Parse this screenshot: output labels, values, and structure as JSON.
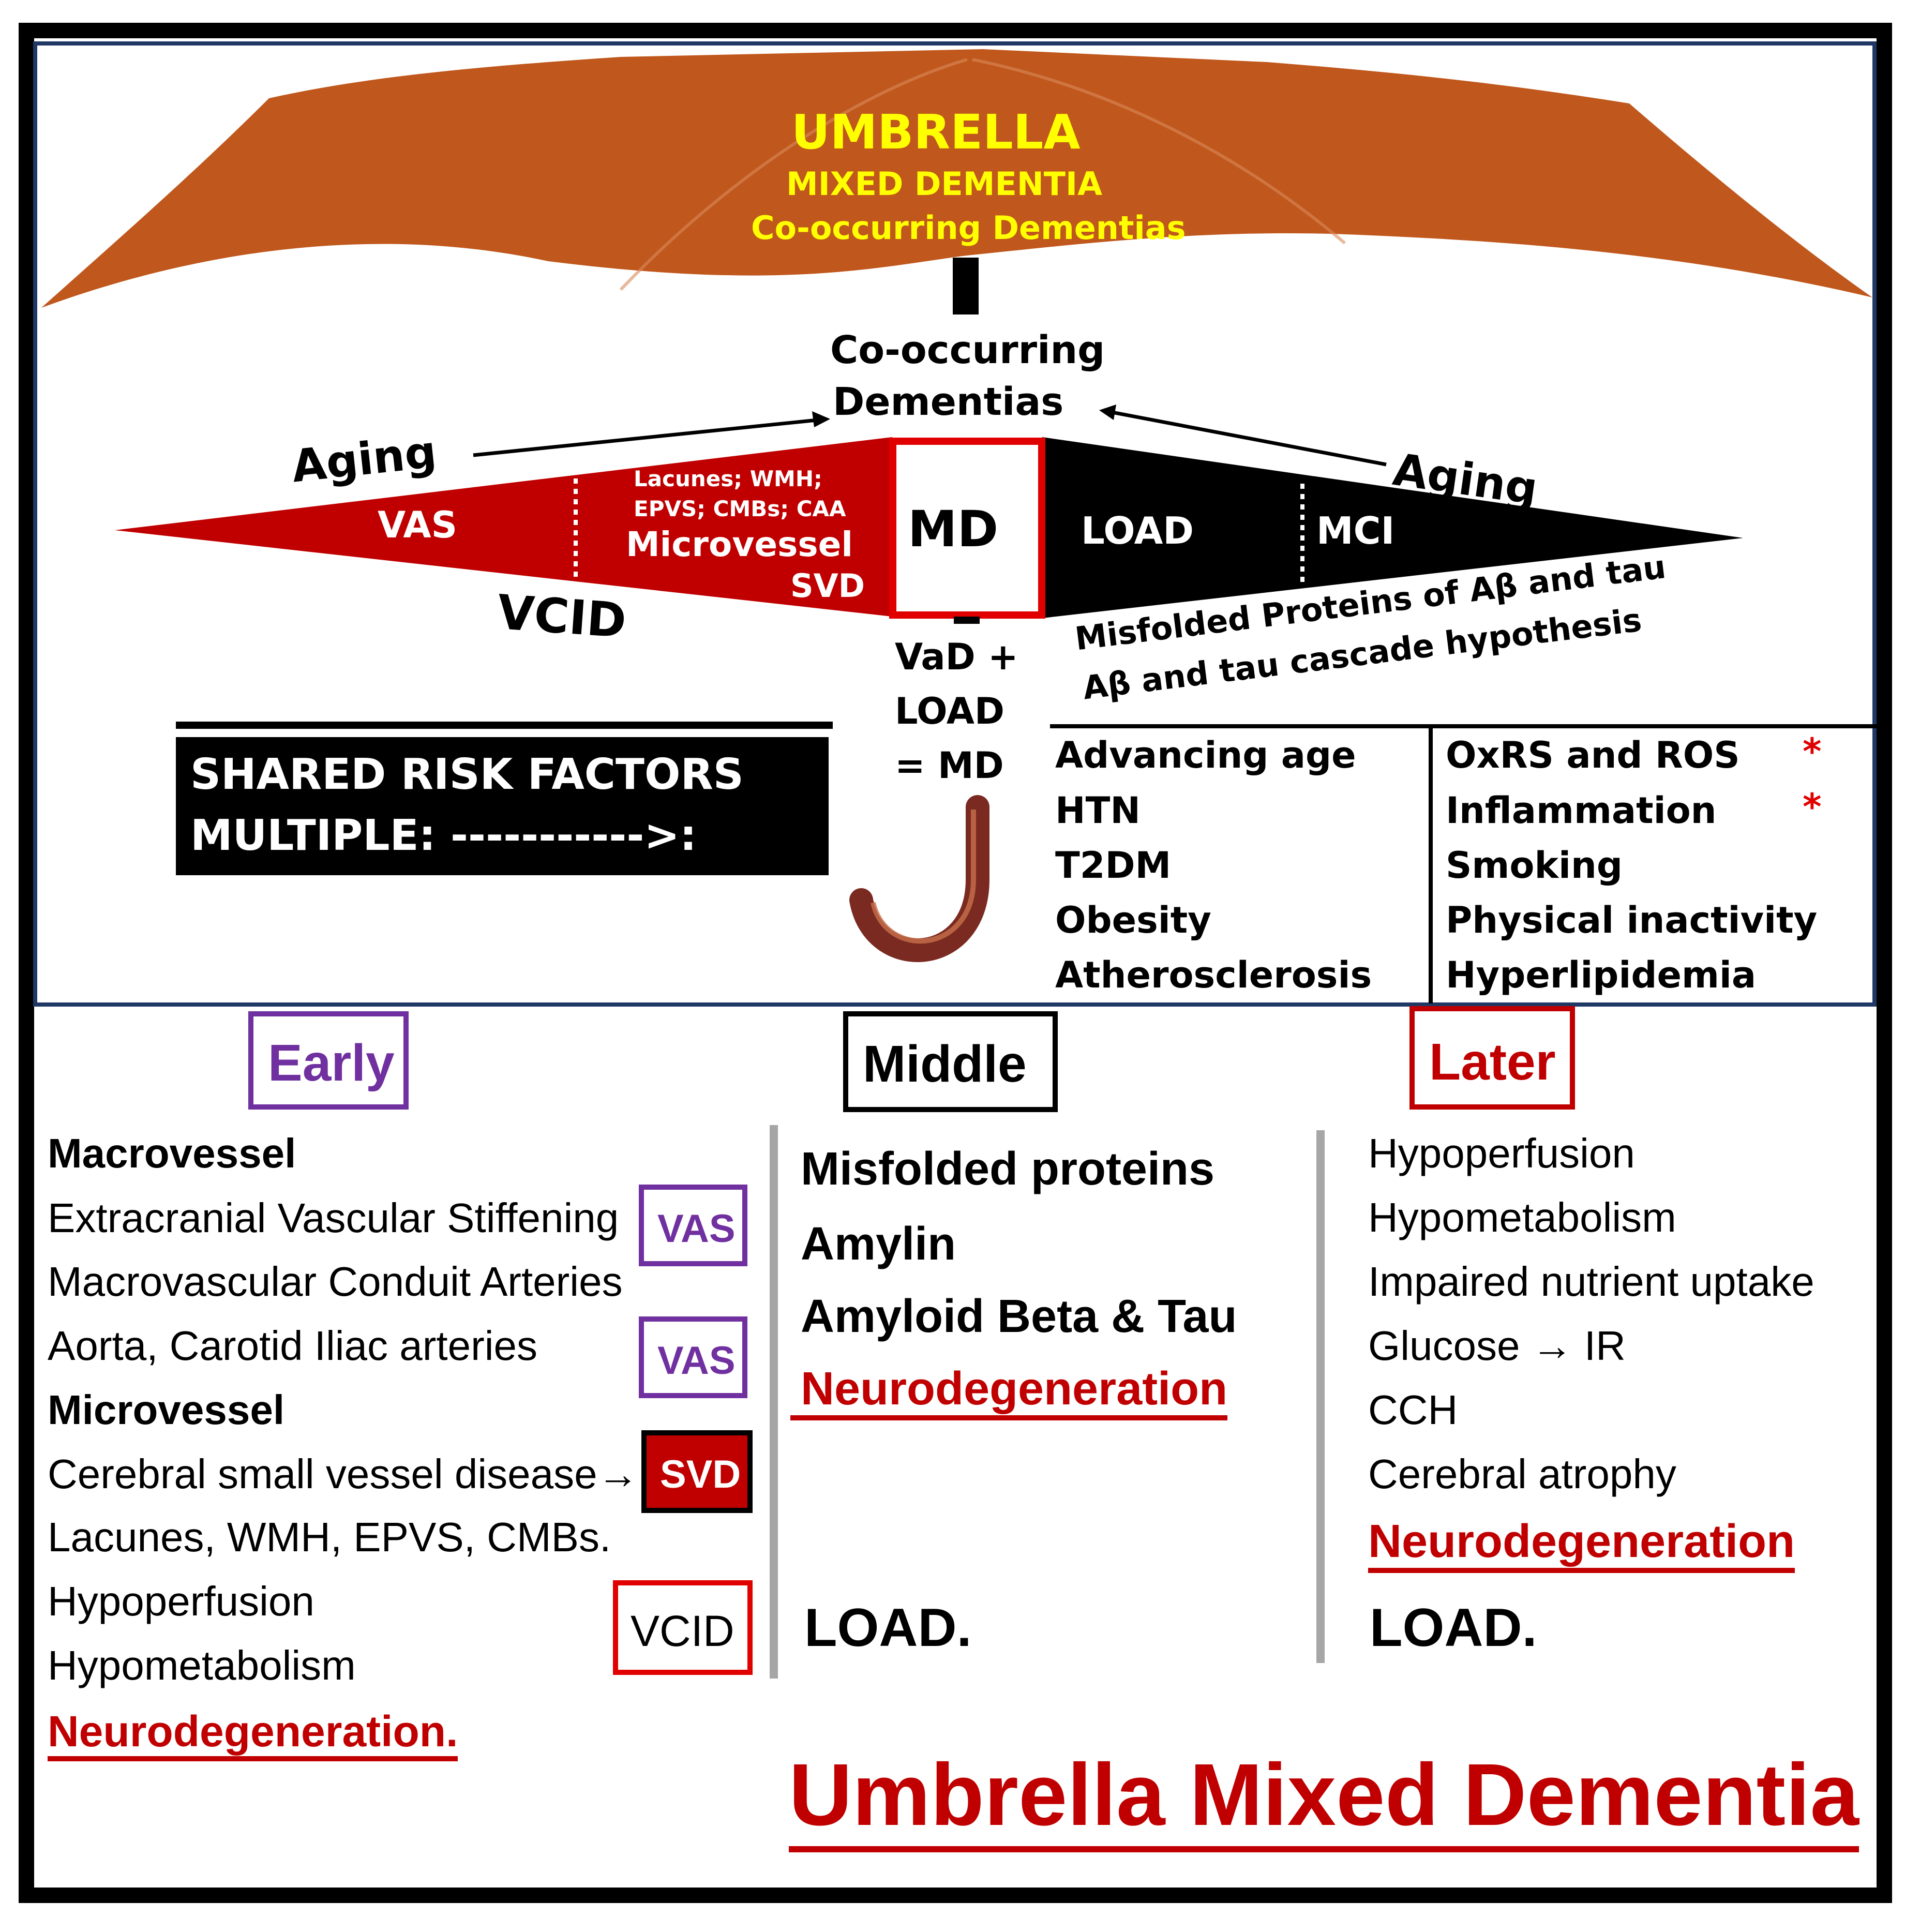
{
  "umbrella": {
    "title": "UMBRELLA",
    "subtitle": "MIXED DEMENTIA",
    "subtitle2": "Co-occurring Dementias",
    "canopy_color": "#c0571c"
  },
  "center": {
    "cooccurring_line1": "Co-occurring",
    "cooccurring_line2": "Dementias",
    "aging_left": "Aging",
    "aging_right": "Aging",
    "vas": "VAS",
    "microvessel_small": "Lacunes; WMH;",
    "microvessel_small2": "EPVS; CMBs; CAA",
    "microvessel": "Microvessel",
    "svd": "SVD",
    "md": "MD",
    "load": "LOAD",
    "mci": "MCI",
    "vcid": "VCID",
    "misfolded_line1": "Misfolded Proteins of Aβ and tau",
    "misfolded_line2": "Aβ and tau cascade hypothesis",
    "equation_line1": "VaD +",
    "equation_line2": "LOAD",
    "equation_line3": "= MD",
    "red_color": "#c00000",
    "black_color": "#000000"
  },
  "risk": {
    "label_line1": "SHARED RISK FACTORS",
    "label_line2": "MULTIPLE:  ----------->:",
    "col1": [
      "Advancing age",
      "HTN",
      "T2DM",
      "Obesity",
      "Atherosclerosis"
    ],
    "col2": [
      "OxRS and ROS",
      "Inflammation",
      "Smoking",
      "Physical inactivity",
      "Hyperlipidemia"
    ],
    "asterisk": "*"
  },
  "early": {
    "header": "Early",
    "lines": [
      {
        "text": "Macrovessel",
        "bold": true
      },
      {
        "text": "Extracranial Vascular Stiffening",
        "bold": false
      },
      {
        "text": "Macrovascular Conduit Arteries",
        "bold": false
      },
      {
        "text": "Aorta, Carotid Iliac arteries",
        "bold": false
      },
      {
        "text": "Microvessel",
        "bold": true
      },
      {
        "text": "Cerebral small vessel disease→",
        "bold": false
      },
      {
        "text": "Lacunes, WMH, EPVS, CMBs.",
        "bold": false
      },
      {
        "text": "Hypoperfusion",
        "bold": false
      },
      {
        "text": "Hypometabolism",
        "bold": false
      }
    ],
    "neuro": "Neurodegeneration.",
    "badge_vas1": "VAS",
    "badge_vas2": "VAS",
    "badge_svd": "SVD",
    "badge_vcid": "VCID"
  },
  "middle": {
    "header": "Middle",
    "lines": [
      "Misfolded proteins",
      "Amylin",
      "Amyloid Beta & Tau"
    ],
    "neuro": "Neurodegeneration",
    "load": "LOAD."
  },
  "later": {
    "header": "Later",
    "lines": [
      "Hypoperfusion",
      "Hypometabolism",
      "Impaired nutrient uptake",
      "Glucose → IR",
      "CCH",
      "Cerebral atrophy"
    ],
    "neuro": "Neurodegeneration",
    "load": "LOAD."
  },
  "footer": {
    "title": "Umbrella Mixed Dementia"
  }
}
